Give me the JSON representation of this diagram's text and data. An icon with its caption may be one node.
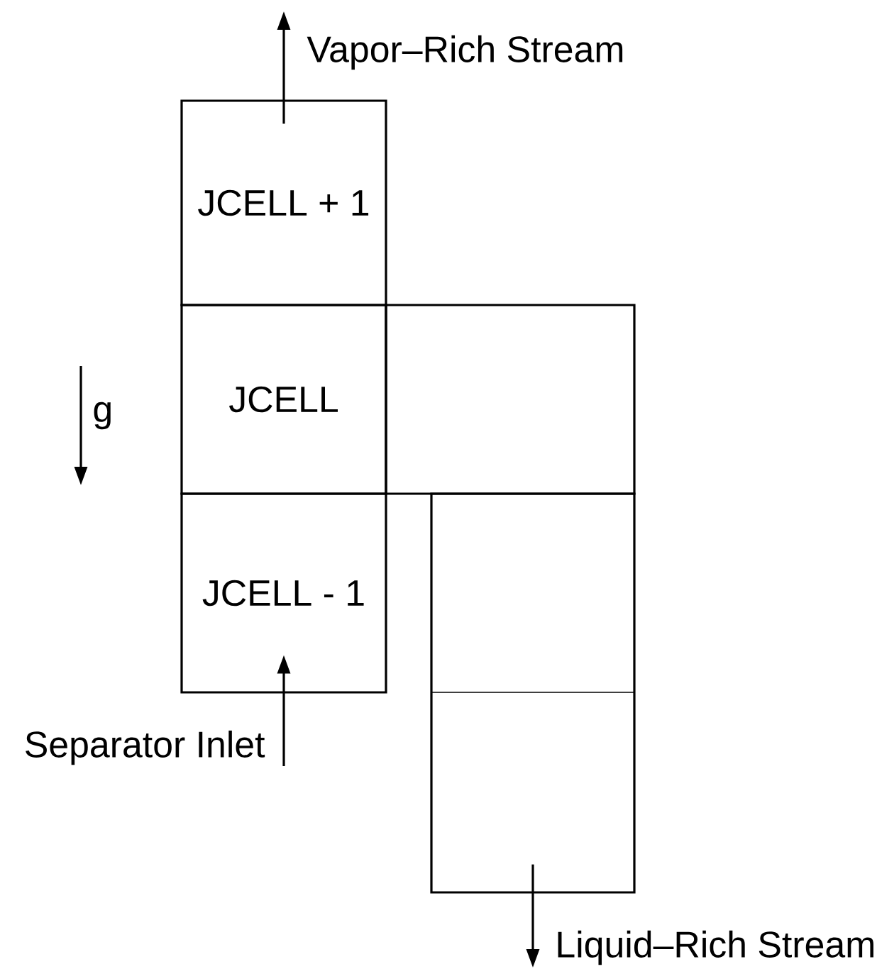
{
  "diagram": {
    "nodes": [
      {
        "text": [
          "JCELL + 1"
        ]
      },
      {
        "text": [
          "JCELL"
        ]
      },
      {
        "text": [],
        "shape": "box"
      },
      {
        "text": [
          "JCELL - 1"
        ]
      },
      {
        "text": [],
        "shape": "box"
      },
      {
        "text": [],
        "shape": "box"
      },
      {
        "text": [
          "Vapor–Rich Stream"
        ]
      },
      {
        "text": [
          "Separator Inlet"
        ]
      },
      {
        "text": [
          "Liquid–Rich Stream"
        ]
      }
    ],
    "edges": [
      {
        "from": 0,
        "to": 6,
        "arrow": "to"
      },
      {
        "from": 7,
        "to": 3,
        "arrow": "to"
      },
      {
        "from": 5,
        "to": 8,
        "arrow": "to"
      }
    ],
    "labels": [
      "g"
    ]
  }
}
